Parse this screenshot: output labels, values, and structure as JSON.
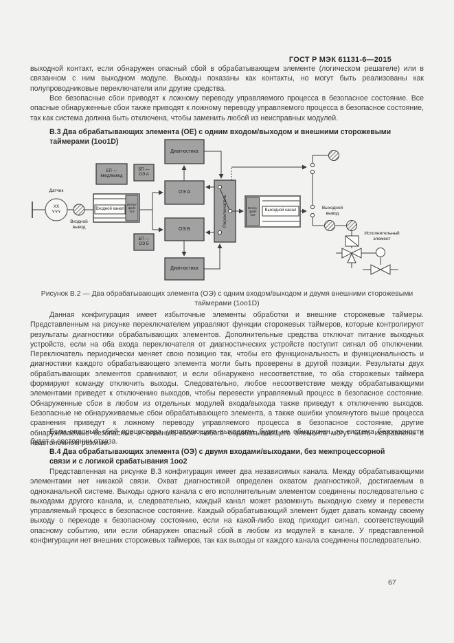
{
  "header": {
    "title": "ГОСТ Р МЭК 61131-6—2015"
  },
  "body": {
    "p1": "выходной контакт, если обнаружен опасный сбой в обрабатывающем элементе (логическом решателе) или в связанном с ним выходном модуле. Выходы показаны как контакты, но могут быть реализованы как полупроводниковые переключатели или другие средства.",
    "p2": "Все безопасные сбои приводят к ложному переводу управляемого процесса в безопасное состояние. Все опасные обнаруженные сбои также приводят к ложному переводу управляемого процесса в безопасное состояние, так как система должна быть отключена, чтобы заменить любой из неисправных модулей.",
    "heading_b3": "В.3 Два обрабатывающих элемента (ОЕ) с одним входом/выходом и внешними сторожевыми таймерами (1оо1D)",
    "figure_caption": "Рисунок В.2 — Два обрабатывающих элемента (ОЭ) с одним входом/выходом и двумя внешними сторожевыми таймерами (1оо1D)",
    "p3": "Данная конфигурация имеет избыточные элементы обработки и внешние сторожевые таймеры. Представленным на рисунке переключателем управляют функции сторожевых таймеров, которые контролируют результаты диагностики обрабатывающих элементов. Дополнительные средства отключат питание выходных устройств, если на оба входа переключателя от диагностических устройств поступит сигнал об отключении. Переключатель периодически меняет свою позицию так, чтобы его функциональность и функциональность и диагностики каждого обрабатывающего элемента могли быть проверены в другой позиции. Результаты двух обрабатывающих элементов сравнивают, и если обнаружено несоответствие, то оба сторожевых таймера формируют команду отключить выходы. Следовательно, любое несоответствие между обрабатывающими элементами приведет к отключению выходов, чтобы перевести управляемый процесс в безопасное состояние. Обнаруженные сбои в любом из отдельных модулей входа/выхода также приведут к отключению выходов. Безопасные не обнаруживаемые сбои обрабатывающего элемента, а также ошибки упомянутого выше процесса сравнения приведут к ложному переводу управляемого процесса в безопасное состояние, другие обнаруживаемые безопасные и опасные сбои любого обрабатывающего элемента могут быть исправлены в неавтономном режиме.",
    "p4": "Если опасный сбой процессора, управляющего выходами, будет не обнаружен, то система безопасности будет в состоянии отказа.",
    "heading_b4": "В.4 Два обрабатывающих элемента (ОЭ) с двумя входами/выходами, без межпроцессорной связи и с логикой срабатывания 1оо2",
    "p5": "Представленная на рисунке В.3 конфигурация имеет два независимых канала. Между обрабатывающими элементами нет никакой связи. Охват диагностикой определен охватом диагностикой, достигаемым в одноканальной системе. Выходы одного канала с его исполнительным элементом соединены последовательно с выходами другого канала, и, следовательно, каждый канал может разомкнуть выходную схему и перевести управляемый процесс в безопасное состояние. Каждый обрабатывающий элемент будет давать команду своему выходу о переходе к безопасному состоянию, если на какой-либо вход приходит сигнал, соответствующий опасному событию, или если обнаружен опасный сбой в любом из модулей в канале. У представленной конфигурации нет внешних сторожевых таймеров, так как выходы от каждого канала соединены последовательно."
  },
  "figure": {
    "sensor_label": "Датчик",
    "sensor_tag": "XX\nYYY",
    "input_terminal_label": "Входной\nвывод",
    "input_channel": "Входной канал",
    "pe_interface_in": "Интер-\nфейс\nОЭ",
    "psu_io": "БП —\nввод/вывод",
    "psu_pe_a": "БП —\nОЭ А",
    "psu_pe_b": "БП —\nОЭ Б",
    "diagnostics_top": "Диагностика",
    "diagnostics_bottom": "Диагностика",
    "pe_a": "ОЭ А",
    "pe_b": "ОЭ Б",
    "switch_label": "Переключатель",
    "pe_interface_out": "Интер-\nфейс\nОЭ",
    "output_channel": "Выходной канал",
    "output_terminal_label": "Выходной\nвывод",
    "actuator_label": "Исполнительный\nэлемент"
  },
  "footer": {
    "page_number": "67"
  },
  "colors": {
    "box_gray": "#a2a2a2",
    "line": "#3c3c3c",
    "page": "#f2f2f0"
  }
}
